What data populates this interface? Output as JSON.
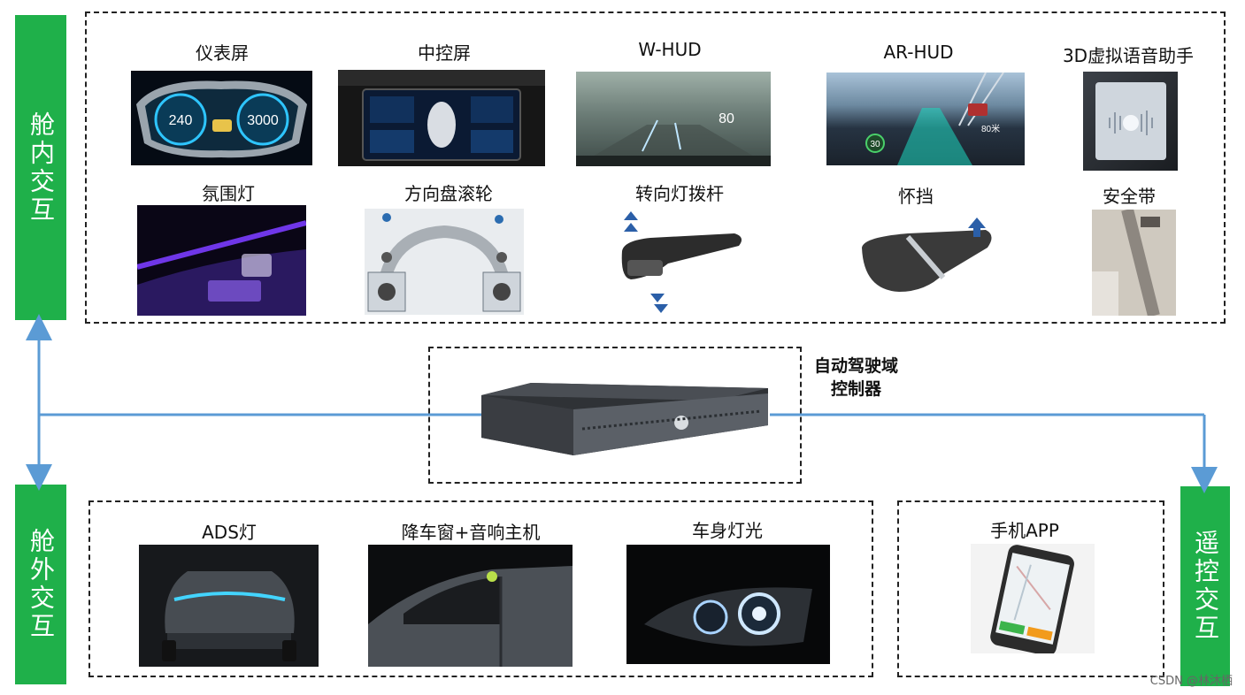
{
  "side_labels": {
    "cabin_inner": "舱内交互",
    "cabin_outer": "舱外交互",
    "remote": "遥控交互"
  },
  "cabin_inner_items": [
    {
      "label": "仪表屏",
      "icon": "instrument-cluster-image"
    },
    {
      "label": "中控屏",
      "icon": "center-console-screen-image"
    },
    {
      "label": "W-HUD",
      "icon": "w-hud-image"
    },
    {
      "label": "AR-HUD",
      "icon": "ar-hud-image"
    },
    {
      "label": "3D虚拟语音助手",
      "icon": "voice-assistant-image"
    },
    {
      "label": "氛围灯",
      "icon": "ambient-light-image"
    },
    {
      "label": "方向盘滚轮",
      "icon": "steering-wheel-image"
    },
    {
      "label": "转向灯拨杆",
      "icon": "turn-signal-stalk-image"
    },
    {
      "label": "怀挡",
      "icon": "column-shifter-image"
    },
    {
      "label": "安全带",
      "icon": "seatbelt-image"
    }
  ],
  "cabin_outer_items": [
    {
      "label": "ADS灯",
      "icon": "ads-light-image"
    },
    {
      "label": "降车窗+音响主机",
      "icon": "car-window-image"
    },
    {
      "label": "车身灯光",
      "icon": "headlight-image"
    }
  ],
  "remote_items": [
    {
      "label": "手机APP",
      "icon": "phone-app-image"
    }
  ],
  "controller": {
    "label_line1": "自动驾驶域",
    "label_line2": "控制器",
    "icon": "domain-controller-image"
  },
  "screen_text": {
    "speed_left": "240",
    "speed_right": "3000",
    "hud_speed": "80",
    "ar_speed": "30",
    "ar_dist": "80米"
  },
  "colors": {
    "green": "#1fb04a",
    "connector": "#5b9bd5"
  },
  "credit": "CSDN @林沐栖"
}
